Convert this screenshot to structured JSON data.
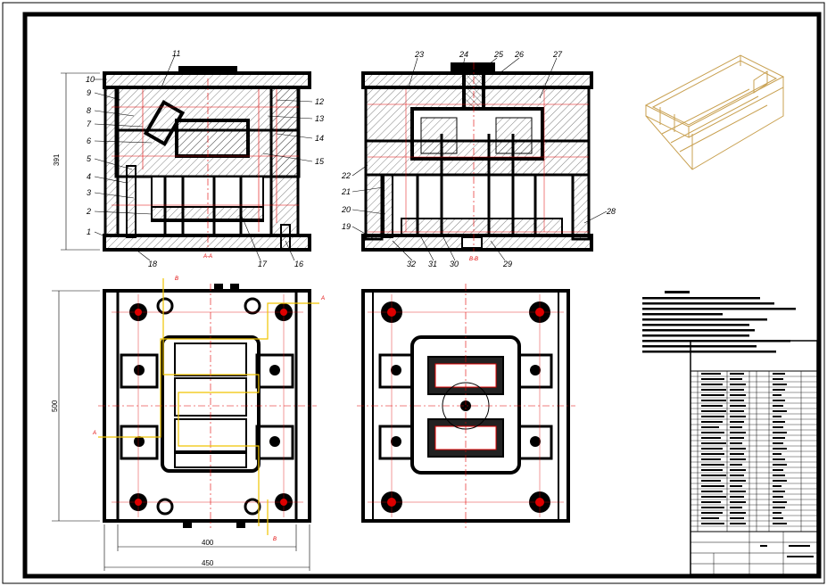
{
  "views": {
    "section_a_label": "A-A",
    "section_b_label": "B-B",
    "markers": [
      "A",
      "A",
      "B",
      "B"
    ]
  },
  "balloons_left": [
    "10",
    "9",
    "8",
    "7",
    "6",
    "5",
    "4",
    "3",
    "2",
    "1",
    "11",
    "12",
    "13",
    "14",
    "15",
    "16",
    "17",
    "18"
  ],
  "balloons_right": [
    "23",
    "24",
    "25",
    "26",
    "27",
    "22",
    "21",
    "20",
    "19",
    "28",
    "32",
    "31",
    "30",
    "29"
  ],
  "dimensions": {
    "height_left": "391",
    "height_plan": "500",
    "width_inner": "400",
    "width_outer": "450"
  },
  "colors": {
    "outline": "#000000",
    "centerline": "#e00000",
    "cooling": "#f0c400",
    "part_3d": "#c8a050"
  }
}
